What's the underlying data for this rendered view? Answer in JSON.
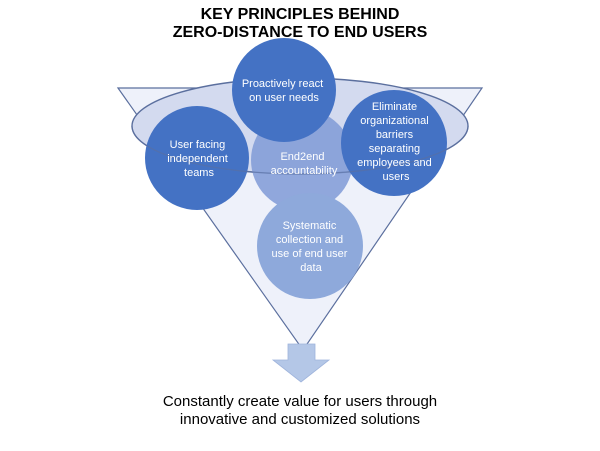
{
  "title": {
    "line1": "KEY PRINCIPLES BEHIND",
    "line2": "ZERO-DISTANCE TO END USERS"
  },
  "principles": {
    "user_facing": [
      "User facing",
      "independent",
      "teams"
    ],
    "proactive": [
      "Proactively react",
      "on user needs"
    ],
    "end2end": [
      "End2end",
      "accountability"
    ],
    "eliminate": [
      "Eliminate",
      "organizational",
      "barriers",
      "separating",
      "employees and",
      "users"
    ],
    "systematic": [
      "Systematic",
      "collection and",
      "use of end user",
      "data"
    ]
  },
  "footer": {
    "line1": "Constantly create value for users through",
    "line2": "innovative and customized solutions"
  },
  "colors": {
    "funnel_fill": "#d5dcf0",
    "funnel_stroke": "#7d8fb8",
    "bubble_dark": "#4472c4",
    "bubble_light": "#8ea9db",
    "arrow": "#b4c7e7"
  }
}
